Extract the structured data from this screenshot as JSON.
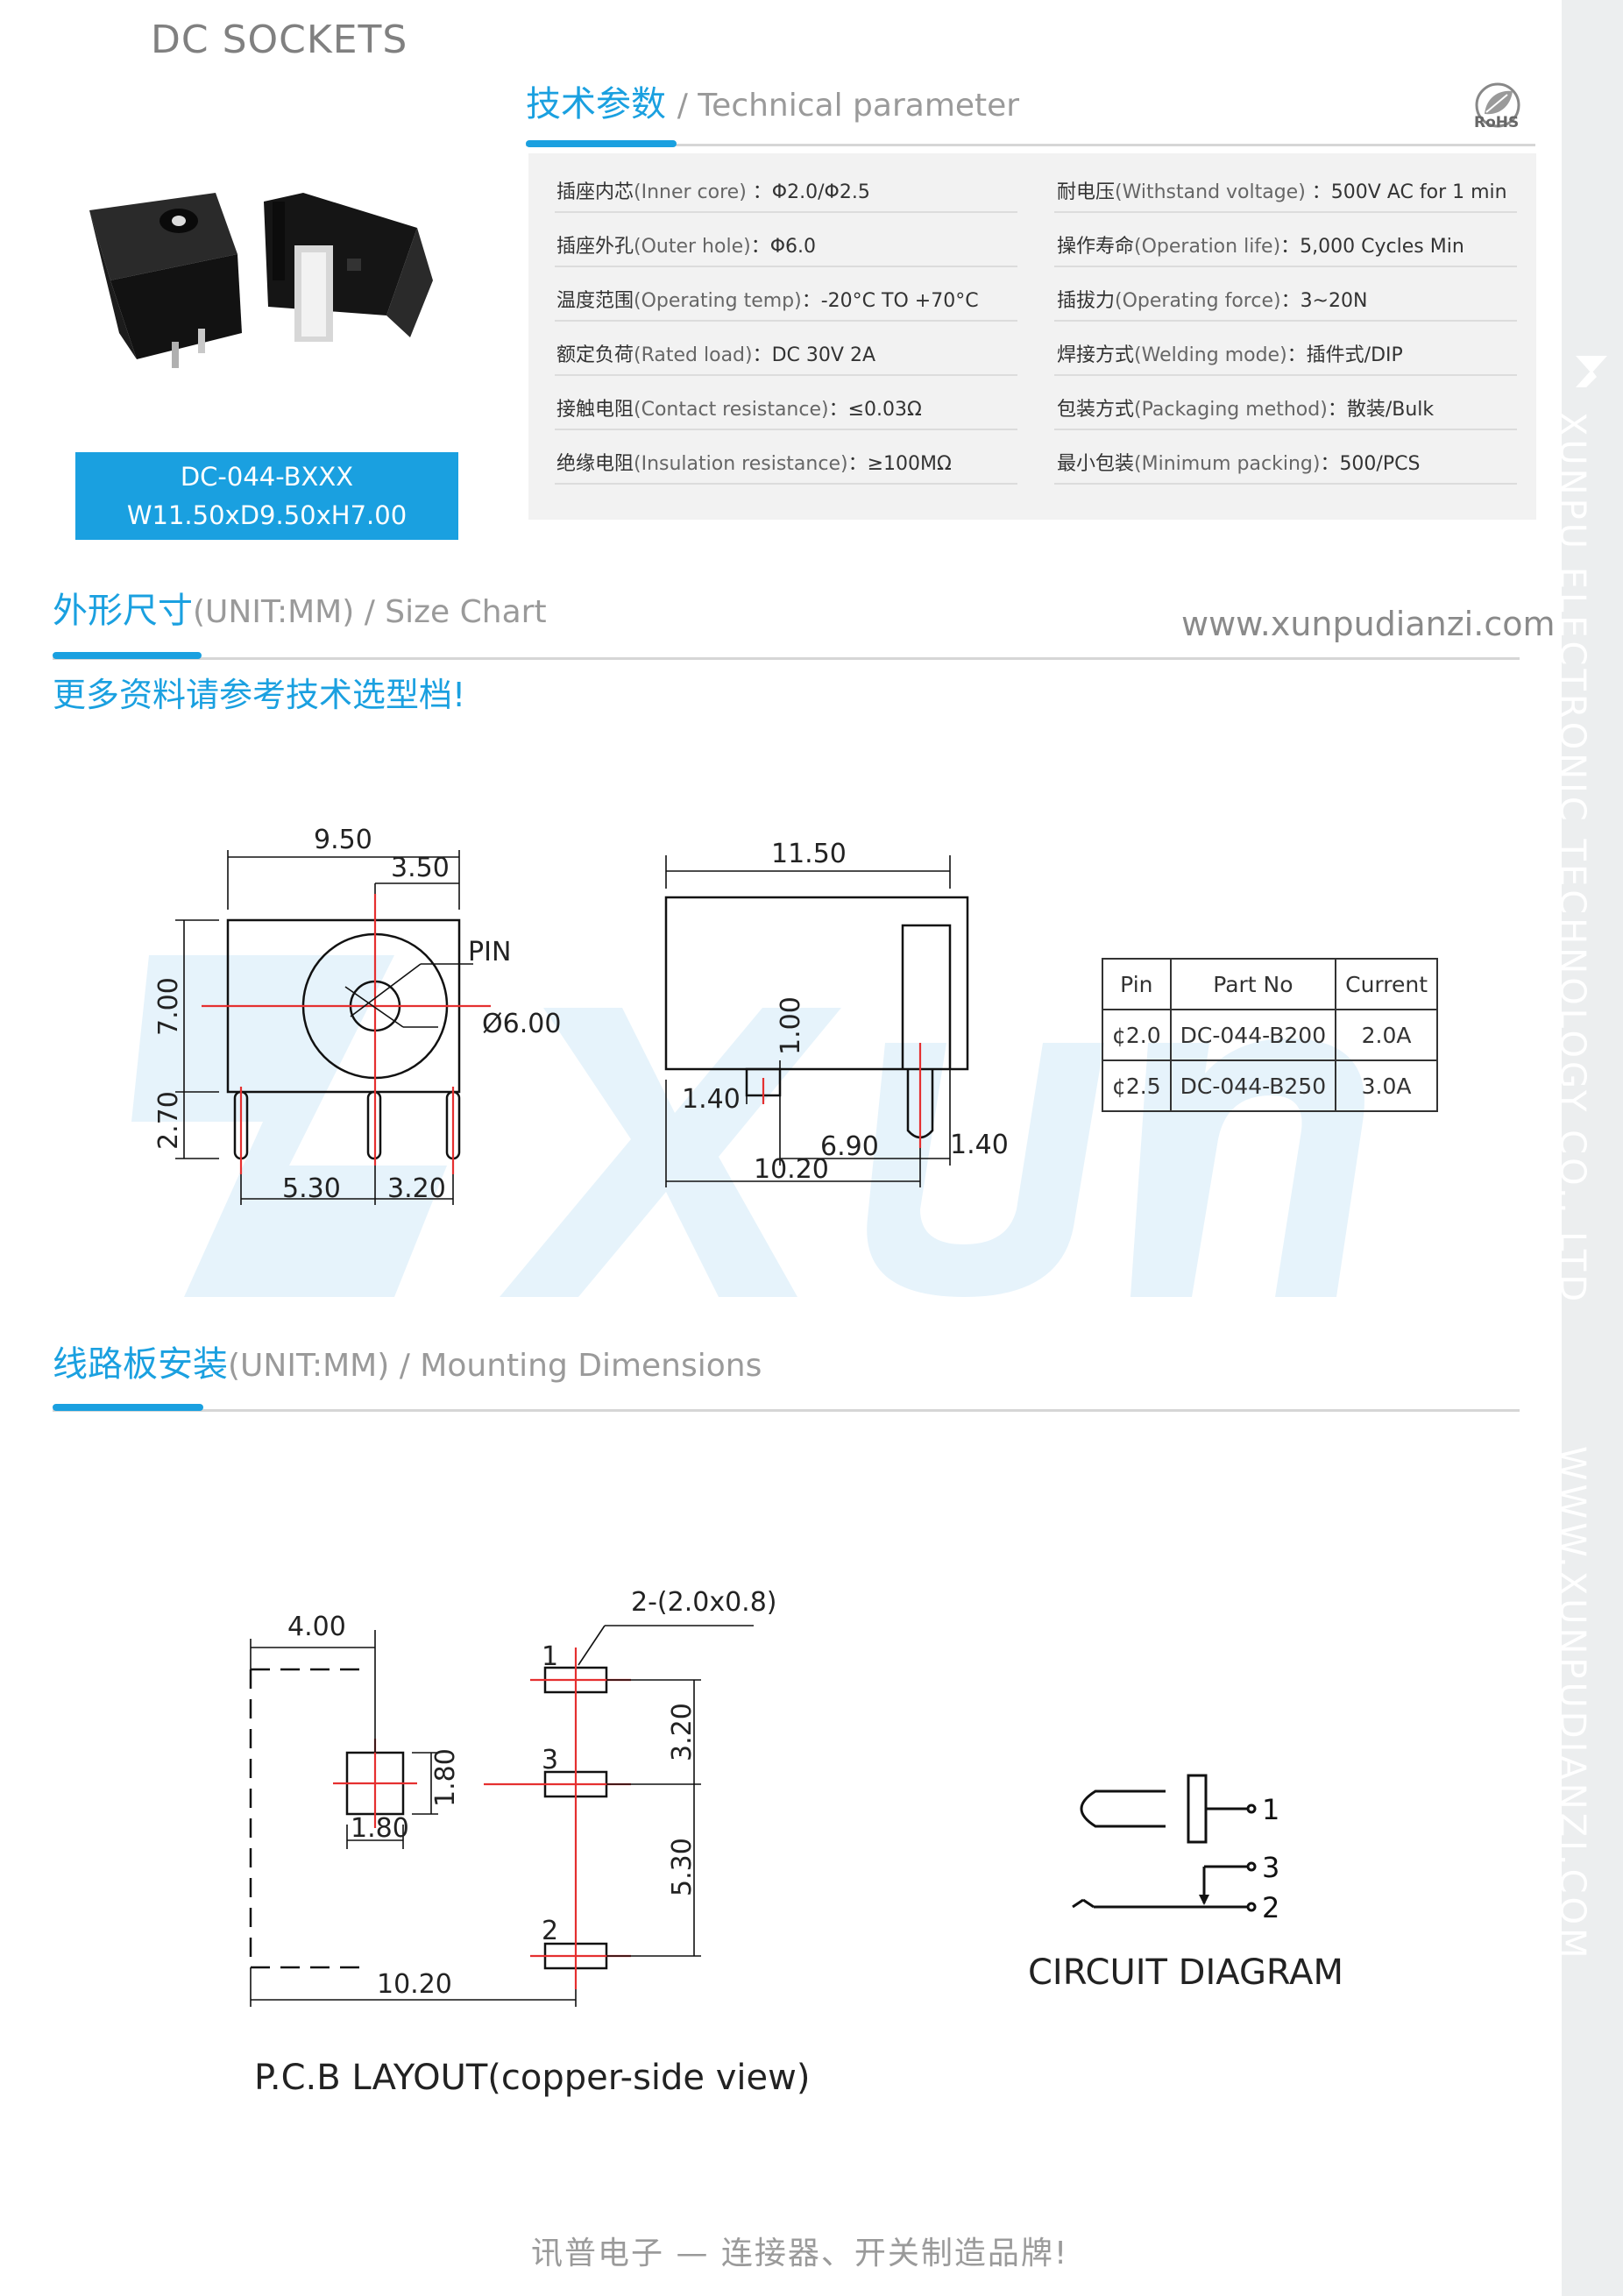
{
  "brand": {
    "product_line": "DC SOCKETS"
  },
  "side": {
    "company": "XUNPU ELECTRONIC TECHNOLOGY CO., LTD",
    "website": "WWW.XUNPUDIANZI.COM"
  },
  "sections": {
    "tech": {
      "cn": "技术参数",
      "en": "/ Technical parameter"
    },
    "size": {
      "cn": "外形尺寸",
      "en": "(UNIT:MM) / Size Chart"
    },
    "mount": {
      "cn": "线路板安装",
      "en": "(UNIT:MM) / Mounting Dimensions"
    }
  },
  "rohs": "RoHS",
  "specs_left": [
    {
      "cn": "插座内芯",
      "en": "(Inner core)",
      "val": " ：Φ2.0/Φ2.5"
    },
    {
      "cn": "插座外孔",
      "en": "(Outer hole)",
      "val": "：Φ6.0"
    },
    {
      "cn": "温度范围",
      "en": "(Operating temp)",
      "val": "：-20°C TO +70°C"
    },
    {
      "cn": "额定负荷",
      "en": "(Rated load)",
      "val": "：DC 30V 2A"
    },
    {
      "cn": "接触电阻",
      "en": "(Contact resistance)",
      "val": "：≤0.03Ω"
    },
    {
      "cn": "绝缘电阻",
      "en": "(Insulation resistance)",
      "val": "：≥100MΩ"
    }
  ],
  "specs_right": [
    {
      "cn": "耐电压",
      "en": "(Withstand voltage)",
      "val": " ：500V AC for 1 min"
    },
    {
      "cn": "操作寿命",
      "en": "(Operation life)",
      "val": "：5,000 Cycles Min"
    },
    {
      "cn": "插拔力",
      "en": "(Operating force)",
      "val": "：3~20N"
    },
    {
      "cn": "焊接方式",
      "en": "(Welding mode)",
      "val": "：插件式/DIP"
    },
    {
      "cn": "包装方式",
      "en": "(Packaging method)",
      "val": "：散装/Bulk"
    },
    {
      "cn": "最小包装",
      "en": "(Minimum packing)",
      "val": "：500/PCS"
    }
  ],
  "model": {
    "code": "DC-044-BXXX",
    "size": "W11.50xD9.50xH7.00"
  },
  "website": "www.xunpudianzi.com",
  "more_info": "更多资料请参考技术选型档!",
  "front_view": {
    "width": "9.50",
    "offset": "3.50",
    "pin": "PIN",
    "hole": "Ø6.00",
    "height": "7.00",
    "pin_len": "2.70",
    "pitch_a": "5.30",
    "pitch_b": "3.20"
  },
  "side_view": {
    "length": "11.50",
    "pin_h": "1.00",
    "pin_w": "1.40",
    "span_a": "6.90",
    "span_b": "10.20",
    "rear_pin": "1.40"
  },
  "pin_table": {
    "headers": [
      "Pin",
      "Part No",
      "Current"
    ],
    "rows": [
      [
        "¢2.0",
        "DC-044-B200",
        "2.0A"
      ],
      [
        "¢2.5",
        "DC-044-B250",
        "3.0A"
      ]
    ]
  },
  "pcb": {
    "d1": "4.00",
    "slot": "2-(2.0x0.8)",
    "pad_h": "1.80",
    "pad_w": "1.80",
    "p1": "3.20",
    "p2": "5.30",
    "total": "10.20",
    "n1": "1",
    "n3": "3",
    "n2": "2"
  },
  "circuit": {
    "t1": "1",
    "t3": "3",
    "t2": "2"
  },
  "pcb_caption": "P.C.B LAYOUT(copper-side view)",
  "circuit_caption": "CIRCUIT DIAGRAM",
  "footer": "讯普电子 — 连接器、开关制造品牌!"
}
